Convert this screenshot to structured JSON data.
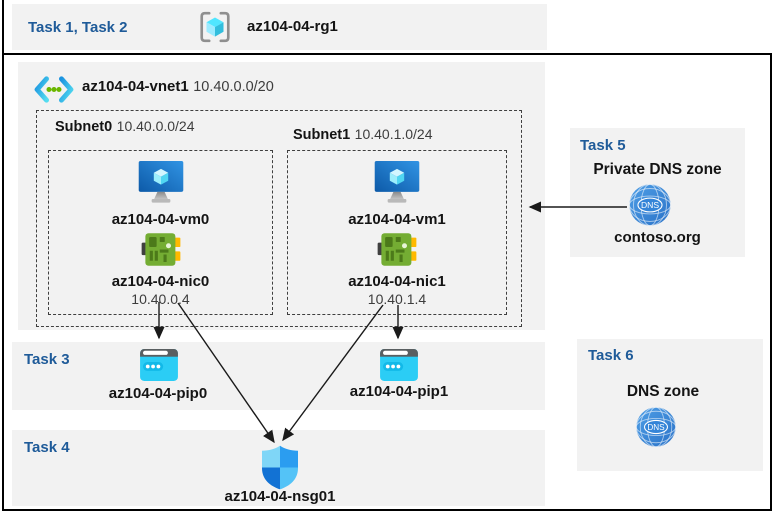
{
  "header": {
    "task_label": "Task 1, Task 2",
    "rg_name": "az104-04-rg1"
  },
  "vnet": {
    "name": "az104-04-vnet1",
    "cidr": "10.40.0.0/20",
    "subnets": [
      {
        "name": "Subnet0",
        "cidr": "10.40.0.0/24",
        "vm": "az104-04-vm0",
        "nic": "az104-04-nic0",
        "ip": "10.40.0.4"
      },
      {
        "name": "Subnet1",
        "cidr": "10.40.1.0/24",
        "vm": "az104-04-vm1",
        "nic": "az104-04-nic1",
        "ip": "10.40.1.4"
      }
    ]
  },
  "task3": {
    "label": "Task 3",
    "pips": [
      "az104-04-pip0",
      "az104-04-pip1"
    ]
  },
  "task4": {
    "label": "Task 4",
    "nsg": "az104-04-nsg01"
  },
  "task5": {
    "label": "Task 5",
    "title": "Private DNS zone",
    "zone": "contoso.org",
    "icon_text": "DNS"
  },
  "task6": {
    "label": "Task 6",
    "title": "DNS zone",
    "icon_text": "DNS"
  },
  "colors": {
    "band_bg": "#f2f2f2",
    "task_text": "#1f5b99",
    "frame": "#000000",
    "arrow": "#1a1a1a",
    "vm_blue": "#1268c2",
    "nic_green": "#74ad33",
    "pip_cyan": "#2bcdf5",
    "dns_blue": "#3585d8",
    "cube_cyan": "#50e6ff"
  }
}
